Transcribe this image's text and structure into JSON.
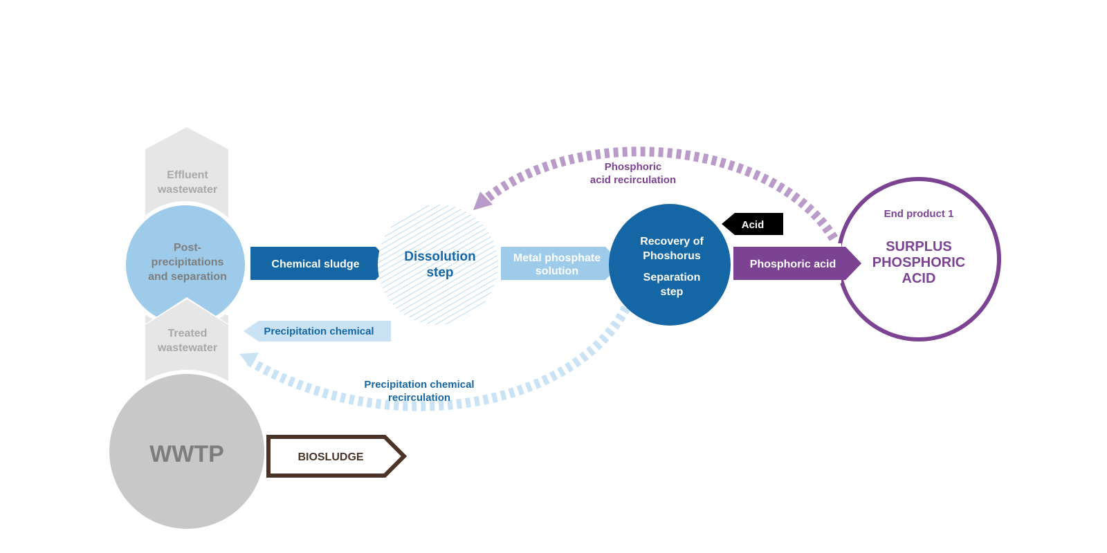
{
  "colors": {
    "light_gray": "#e6e6e6",
    "mid_gray": "#c8c8c8",
    "gray_text": "#8a8a8a",
    "light_blue": "#9ecbea",
    "pale_blue": "#c9e3f5",
    "dark_blue": "#1466a4",
    "purple": "#7b4391",
    "light_purple": "#b99ac8",
    "brown": "#4a3328",
    "black": "#000000",
    "white": "#ffffff"
  },
  "effluent": {
    "line1": "Effluent",
    "line2": "wastewater"
  },
  "post_precip": {
    "line1": "Post-",
    "line2": "precipitations",
    "line3": "and separation"
  },
  "treated": {
    "line1": "Treated",
    "line2": "wastewater"
  },
  "wwtp": {
    "label": "WWTP"
  },
  "biosludge": {
    "label": "BIOSLUDGE"
  },
  "chemical_sludge": {
    "label": "Chemical sludge"
  },
  "dissolution": {
    "line1": "Dissolution",
    "line2": "step"
  },
  "metal_phosphate": {
    "line1": "Metal phosphate",
    "line2": "solution"
  },
  "recovery": {
    "line1": "Recovery of",
    "line2": "Phoshorus",
    "line3": "Separation",
    "line4": "step"
  },
  "acid": {
    "label": "Acid"
  },
  "phosphoric_acid": {
    "label": "Phosphoric acid"
  },
  "end_product": {
    "caption": "End product 1",
    "line1": "SURPLUS",
    "line2": "PHOSPHORIC",
    "line3": "ACID"
  },
  "precip_chemical": {
    "label": "Precipitation chemical"
  },
  "phosphoric_recirc": {
    "line1": "Phosphoric",
    "line2": "acid recirculation"
  },
  "precip_recirc": {
    "line1": "Precipitation chemical",
    "line2": "recirculation"
  }
}
